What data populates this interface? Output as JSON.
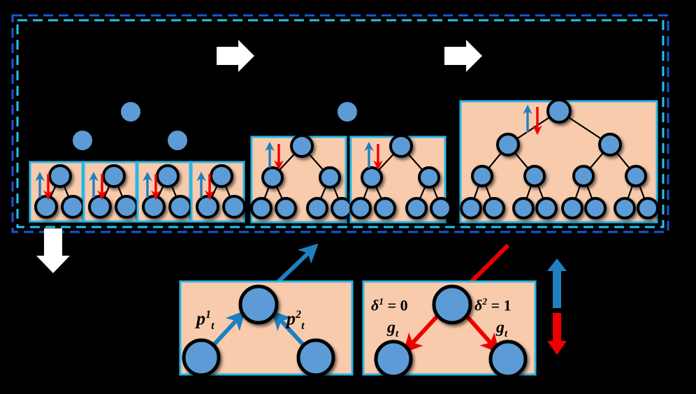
{
  "figure": {
    "title": "Distributed tree-structured pipeline stages",
    "background_color": "#000000",
    "palette": {
      "node_fill": "#5B9BD5",
      "node_stroke": "#000000",
      "box_fill": "#F8CBAD",
      "box_stroke": "#2BB8E8",
      "forward_arrow": "#1F7FC2",
      "backward_arrow": "#EE0000",
      "flow_arrow": "#FFFFFF",
      "dashed_border": "#1A56D6",
      "dashed_border_accent": "#20C8F0",
      "edge_line": "#000000"
    }
  },
  "outer_region": {
    "name": "training-stage-region",
    "border_style": "double-dashed"
  },
  "flow_arrows": [
    {
      "id": "merge-arrow-1",
      "direction": "right"
    },
    {
      "id": "merge-arrow-2",
      "direction": "right"
    },
    {
      "id": "detail-arrow-down",
      "direction": "down"
    }
  ],
  "stages": [
    {
      "id": "stage-1",
      "label": "four-shard-depth2",
      "box_count": 4,
      "tree_depth": 2,
      "leaves_per_box": 2,
      "floating_nodes": 3,
      "arrow_pair": {
        "up": "forward",
        "down": "backward"
      }
    },
    {
      "id": "stage-2",
      "label": "two-shard-depth3",
      "box_count": 2,
      "tree_depth": 3,
      "leaves_per_box": 4,
      "floating_nodes": 1,
      "arrow_pair": {
        "up": "forward",
        "down": "backward"
      }
    },
    {
      "id": "stage-3",
      "label": "single-shard-depth4",
      "box_count": 1,
      "tree_depth": 4,
      "leaves_per_box": 8,
      "floating_nodes": 0,
      "arrow_pair": {
        "up": "forward",
        "down": "backward"
      }
    }
  ],
  "detail_panels": [
    {
      "id": "forward-detail",
      "kind": "forward-pass",
      "arrow_color": "#1F7FC2",
      "labels": [
        {
          "id": "p1",
          "base": "p",
          "sup": "1",
          "sub": "t",
          "text": "p"
        },
        {
          "id": "p2",
          "base": "p",
          "sup": "2",
          "sub": "t",
          "text": "p"
        }
      ]
    },
    {
      "id": "backward-detail",
      "kind": "backward-pass",
      "arrow_color": "#EE0000",
      "labels": [
        {
          "id": "delta1",
          "base": "δ",
          "sup": "1",
          "op": " = ",
          "value": "0"
        },
        {
          "id": "delta2",
          "base": "δ",
          "sup": "2",
          "op": " = ",
          "value": "1"
        },
        {
          "id": "g-left",
          "base": "g",
          "sub": "t"
        },
        {
          "id": "g-right",
          "base": "g",
          "sub": "t"
        }
      ]
    }
  ],
  "legend": {
    "id": "direction-legend",
    "items": [
      {
        "id": "legend-up",
        "color": "#1F7FC2",
        "direction": "up",
        "meaning": "forward"
      },
      {
        "id": "legend-down",
        "color": "#EE0000",
        "direction": "down",
        "meaning": "backward"
      }
    ]
  },
  "labels": {
    "p1": "p",
    "p1_sup": "1",
    "p1_sub": "t",
    "p2": "p",
    "p2_sup": "2",
    "p2_sub": "t",
    "delta1_base": "δ",
    "delta1_sup": "1",
    "delta1_eq": " = 0",
    "delta2_base": "δ",
    "delta2_sup": "2",
    "delta2_eq": " = 1",
    "g_base": "g",
    "g_sub": "t"
  }
}
